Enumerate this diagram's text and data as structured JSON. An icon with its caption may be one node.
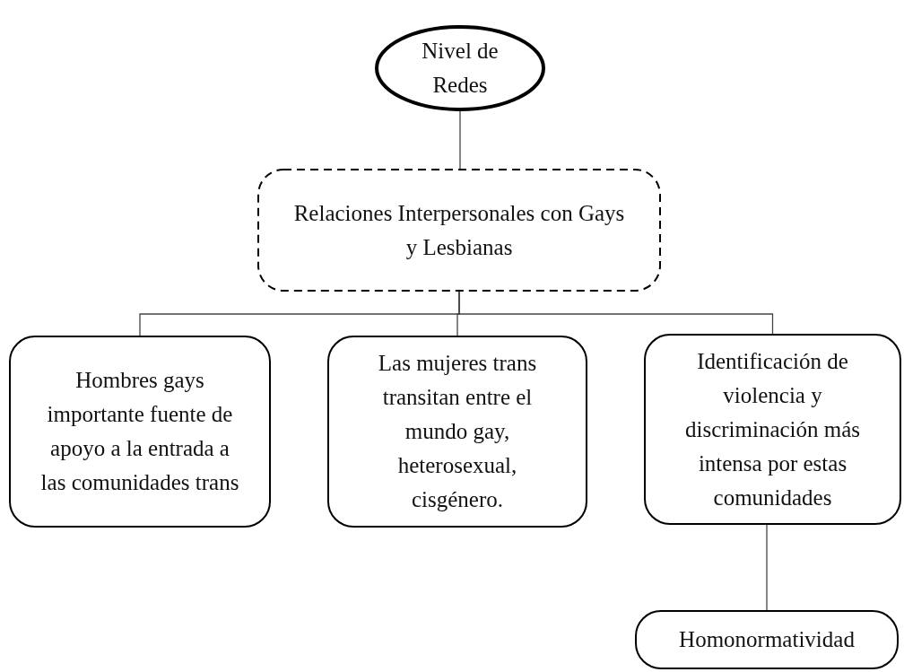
{
  "diagram": {
    "nodes": [
      {
        "text": [
          "Nivel de Redes"
        ]
      },
      {
        "text": [
          "Relaciones Interpersonales con Gays y Lesbianas"
        ]
      },
      {
        "text": [
          "Hombres gays importante fuente de apoyo a la entrada a las comunidades trans"
        ]
      },
      {
        "text": [
          "Las mujeres trans transitan entre el mundo gay, heterosexual, cisgénero."
        ]
      },
      {
        "text": [
          "Identificación de violencia y discriminación más intensa por estas comunidades"
        ]
      },
      {
        "text": [
          "Homonormatividad"
        ]
      }
    ],
    "edges": [
      {
        "from": 0,
        "to": 1,
        "arrow": "none"
      },
      {
        "from": 1,
        "to": 2,
        "arrow": "none"
      },
      {
        "from": 1,
        "to": 3,
        "arrow": "none"
      },
      {
        "from": 1,
        "to": 4,
        "arrow": "none"
      },
      {
        "from": 4,
        "to": 5,
        "arrow": "none"
      }
    ]
  }
}
